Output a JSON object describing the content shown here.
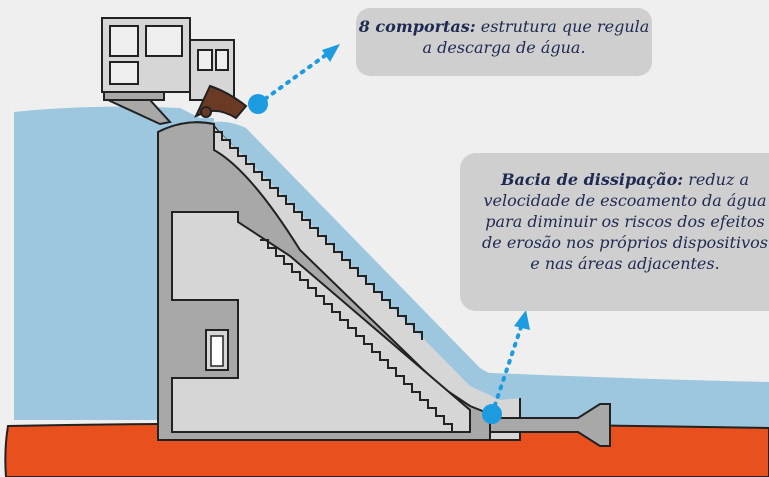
{
  "callouts": {
    "gates": {
      "title": "8 comportas:",
      "text": " estrutura que regula a descarga de água."
    },
    "basin": {
      "title": "Bacia de dissipação:",
      "text": " reduz a velocidade de escoamento da água para diminuir os riscos dos efeitos de erosão nos próprios dispositivos e nas áreas adjacentes."
    }
  },
  "colors": {
    "background": "#efefef",
    "water": "#9cc7de",
    "ground": "#e8501e",
    "concrete": "#a8a8a8",
    "concrete_light": "#d6d6d6",
    "marker": "#1c9be0",
    "gate": "#6b3a24",
    "text": "#1f2a52"
  }
}
